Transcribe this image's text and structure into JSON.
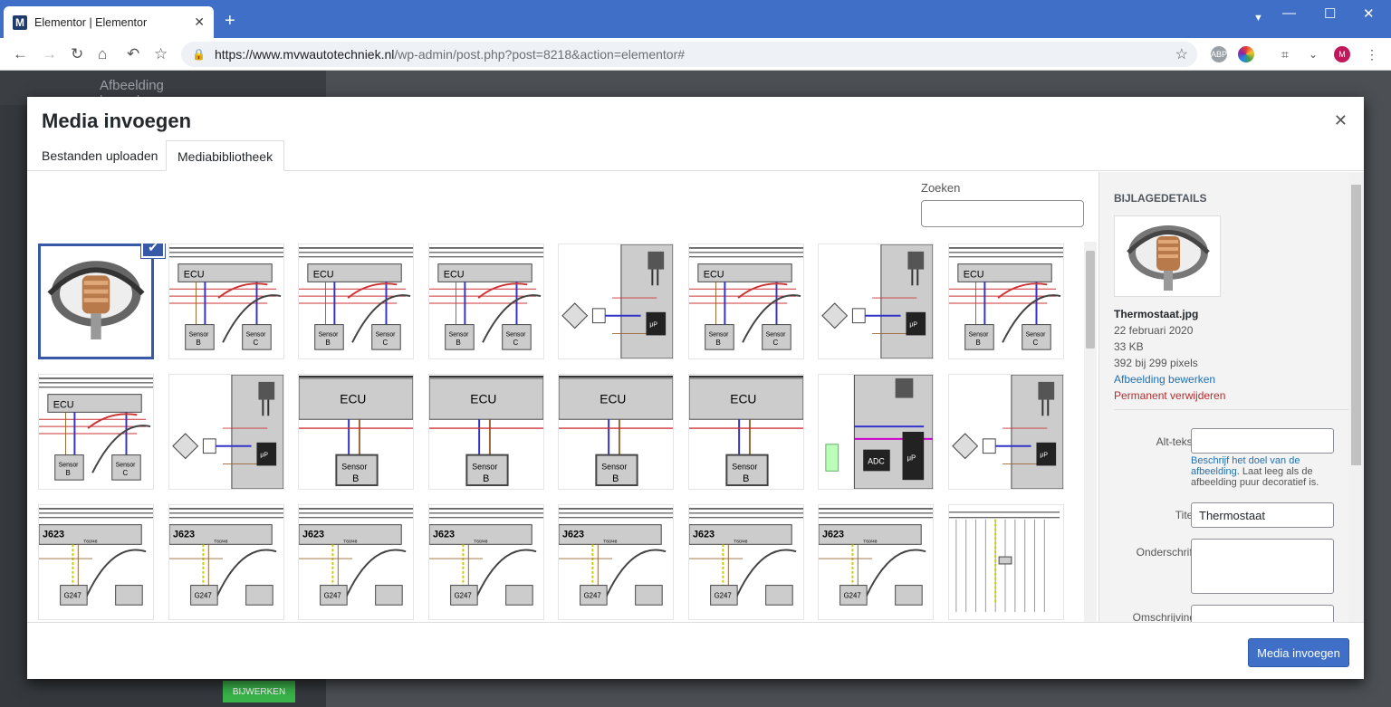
{
  "browser": {
    "tab_title": "Elementor | Elementor",
    "url_host": "https://www.mvwautotechniek.nl",
    "url_path": "/wp-admin/post.php?post=8218&action=elementor#",
    "account_initial": "M"
  },
  "editor_bg": {
    "panel_title": "Afbeelding bewerken",
    "update_button": "BIJWERKEN"
  },
  "modal": {
    "title": "Media invoegen",
    "tabs": [
      {
        "label": "Bestanden uploaden",
        "active": false
      },
      {
        "label": "Mediabibliotheek",
        "active": true
      }
    ],
    "search_label": "Zoeken",
    "search_value": "",
    "thumbnails": [
      {
        "kind": "photo",
        "selected": true
      },
      {
        "kind": "ecu-sensors",
        "selected": false
      },
      {
        "kind": "ecu-sensors",
        "selected": false
      },
      {
        "kind": "ecu-sensors",
        "selected": false
      },
      {
        "kind": "ecu-circuit",
        "selected": false
      },
      {
        "kind": "ecu-sensors",
        "selected": false
      },
      {
        "kind": "ecu-circuit",
        "selected": false
      },
      {
        "kind": "ecu-sensors",
        "selected": false
      },
      {
        "kind": "ecu-sensors",
        "selected": false
      },
      {
        "kind": "ecu-circuit",
        "selected": false
      },
      {
        "kind": "ecu-single",
        "selected": false
      },
      {
        "kind": "ecu-single",
        "selected": false
      },
      {
        "kind": "ecu-single",
        "selected": false
      },
      {
        "kind": "ecu-single",
        "selected": false
      },
      {
        "kind": "ecu-adc",
        "selected": false
      },
      {
        "kind": "ecu-circuit",
        "selected": false
      },
      {
        "kind": "j623",
        "selected": false
      },
      {
        "kind": "j623",
        "selected": false
      },
      {
        "kind": "j623",
        "selected": false
      },
      {
        "kind": "j623",
        "selected": false
      },
      {
        "kind": "j623",
        "selected": false
      },
      {
        "kind": "j623",
        "selected": false
      },
      {
        "kind": "j623",
        "selected": false
      },
      {
        "kind": "wiring",
        "selected": false
      }
    ],
    "diagram_text": {
      "ecu": "ECU",
      "sensor": "Sensor",
      "b": "B",
      "c": "C",
      "j623": "J623",
      "g247": "G247",
      "t": "T60/48",
      "adc": "ADC",
      "up": "μP"
    },
    "details": {
      "heading": "Bijlagedetails",
      "filename": "Thermostaat.jpg",
      "date": "22 februari 2020",
      "size": "33 KB",
      "dimensions": "392 bij 299 pixels",
      "edit_link": "Afbeelding bewerken",
      "delete_link": "Permanent verwijderen",
      "alt_label": "Alt-tekst",
      "alt_value": "",
      "alt_help_link": "Beschrijf het doel van de afbeelding",
      "alt_help_text": ". Laat leeg als de afbeelding puur decoratief is.",
      "title_label": "Titel",
      "title_value": "Thermostaat",
      "caption_label": "Onderschrift",
      "caption_value": "",
      "desc_label": "Omschrijving",
      "desc_value": ""
    },
    "insert_button": "Media invoegen"
  },
  "colors": {
    "chrome_blue": "#3f6fc6",
    "select_blue": "#3858a8",
    "link": "#2271b1",
    "danger": "#b32d2e"
  }
}
